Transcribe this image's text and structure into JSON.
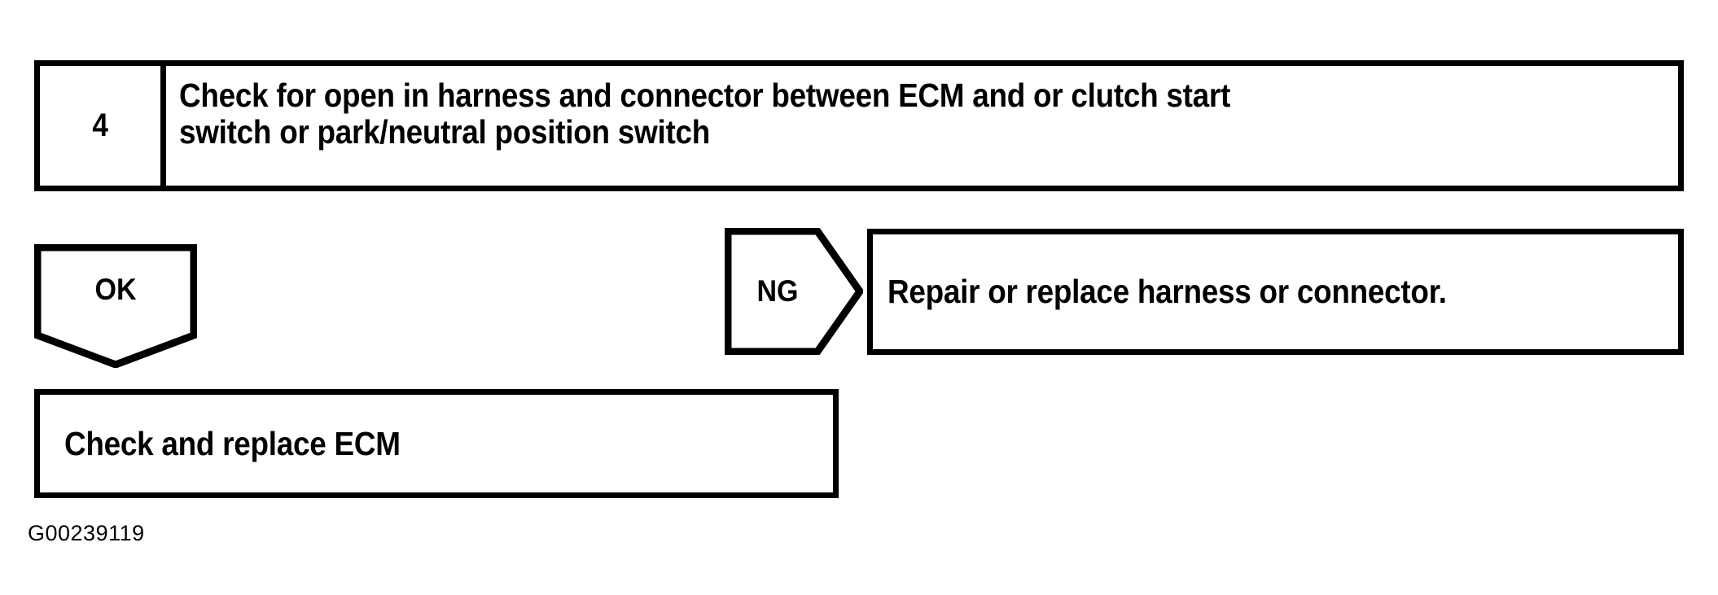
{
  "figure": {
    "caption": "G00239119"
  },
  "step": {
    "number": "4",
    "text_lines": [
      "Check for open in harness and connector between ECM and or clutch start",
      "switch or park/neutral position switch"
    ]
  },
  "branches": {
    "ok": {
      "label": "OK",
      "shape": "down-arrow-pentagon"
    },
    "ng": {
      "label": "NG",
      "shape": "right-arrow-pentagon"
    }
  },
  "outcomes": {
    "ng_result": "Repair or replace harness or connector.",
    "ok_result": "Check and replace ECM"
  },
  "colors": {
    "stroke": "#000000",
    "fill": "#ffffff",
    "text": "#000000"
  }
}
